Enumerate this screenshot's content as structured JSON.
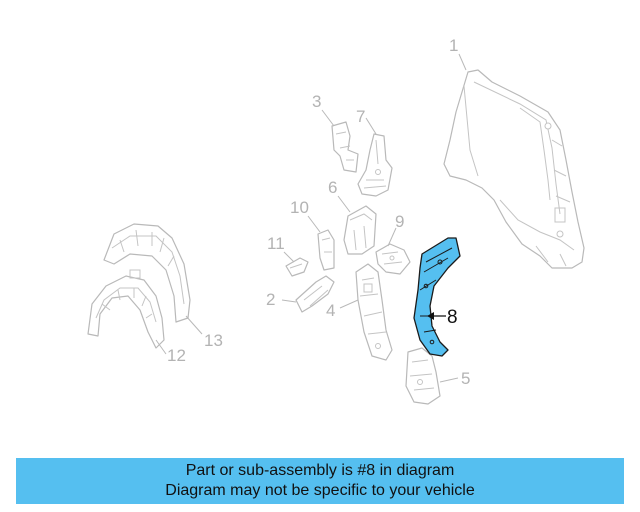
{
  "diagram": {
    "callouts": {
      "c1": "1",
      "c2": "2",
      "c3": "3",
      "c4": "4",
      "c5": "5",
      "c6": "6",
      "c7": "7",
      "c8": "8",
      "c9": "9",
      "c10": "10",
      "c11": "11",
      "c12": "12",
      "c13": "13"
    },
    "highlight_color": "#55bff0"
  },
  "banner": {
    "line1": "Part or sub-assembly is #8 in diagram",
    "line2": "Diagram may not be specific to your vehicle"
  }
}
